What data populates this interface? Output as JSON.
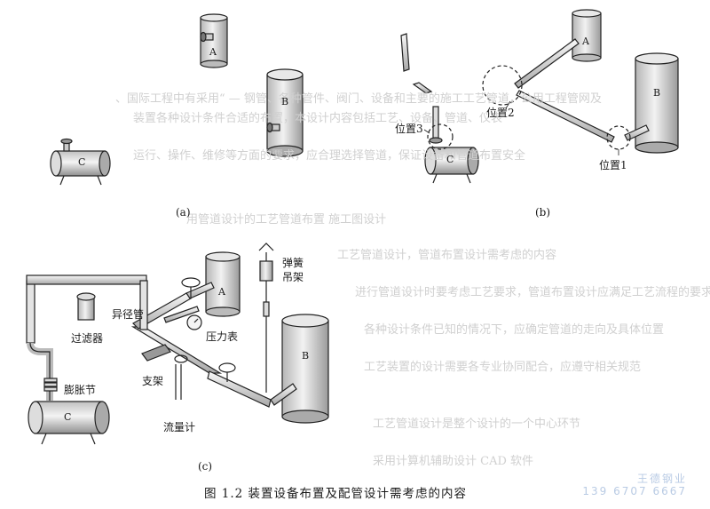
{
  "figure": {
    "panel_a": {
      "label": "(a)",
      "vessel_a": "A",
      "vessel_b": "B",
      "vessel_c": "C"
    },
    "panel_b": {
      "label": "(b)",
      "vessel_a": "A",
      "vessel_b": "B",
      "vessel_c": "C",
      "position_1": "位置1",
      "position_2": "位置2",
      "position_3": "位置3"
    },
    "panel_c": {
      "label": "(c)",
      "vessel_a": "A",
      "vessel_b": "B",
      "vessel_c": "C",
      "spring_hanger": "弹簧\n吊架",
      "reducer": "异径管",
      "filter": "过滤器",
      "pressure_gauge": "压力表",
      "support": "支架",
      "flow_meter": "流量计",
      "expansion_joint": "膨胀节"
    },
    "caption": "图 1.2   装置设备布置及配管设计需考虑的内容"
  },
  "watermark": {
    "company": "王德钢业",
    "phone": "139 6707 6667"
  }
}
